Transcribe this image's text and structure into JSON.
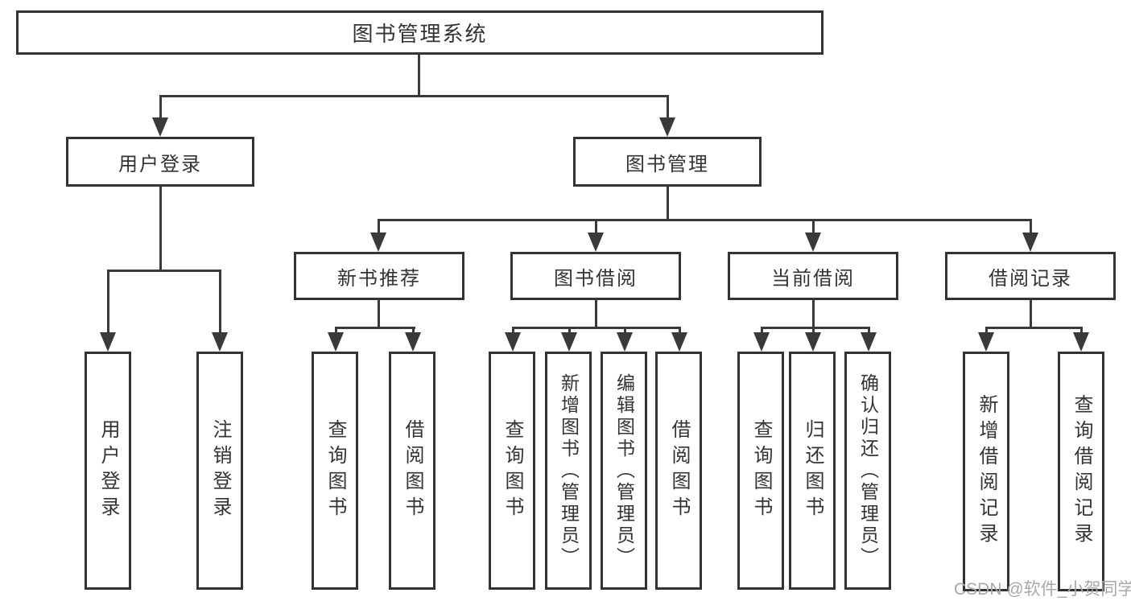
{
  "diagram": {
    "root": {
      "label": "图书管理系统"
    },
    "level1": [
      {
        "id": "user-login-branch",
        "label": "用户登录"
      },
      {
        "id": "book-management-branch",
        "label": "图书管理"
      }
    ],
    "level2": [
      {
        "id": "new-book-recommend",
        "label": "新书推荐",
        "parent": "图书管理"
      },
      {
        "id": "book-borrow",
        "label": "图书借阅",
        "parent": "图书管理"
      },
      {
        "id": "current-borrow",
        "label": "当前借阅",
        "parent": "图书管理"
      },
      {
        "id": "borrow-records",
        "label": "借阅记录",
        "parent": "图书管理"
      }
    ],
    "leaves": [
      {
        "id": "user-login",
        "label": "用户登录",
        "parent": "用户登录"
      },
      {
        "id": "logout-login",
        "label": "注销登录",
        "parent": "用户登录"
      },
      {
        "id": "query-books-recommend",
        "label": "查询图书",
        "parent": "新书推荐"
      },
      {
        "id": "borrow-books-recommend",
        "label": "借阅图书",
        "parent": "新书推荐"
      },
      {
        "id": "query-books-borrow",
        "label": "查询图书",
        "parent": "图书借阅"
      },
      {
        "id": "add-books-admin",
        "label": "新增图书（管理员）",
        "parent": "图书借阅"
      },
      {
        "id": "edit-books-admin",
        "label": "编辑图书（管理员）",
        "parent": "图书借阅"
      },
      {
        "id": "borrow-books-borrow",
        "label": "借阅图书",
        "parent": "图书借阅"
      },
      {
        "id": "query-books-current",
        "label": "查询图书",
        "parent": "当前借阅"
      },
      {
        "id": "return-books",
        "label": "归还图书",
        "parent": "当前借阅"
      },
      {
        "id": "confirm-return-admin",
        "label": "确认归还（管理员）",
        "parent": "当前借阅"
      },
      {
        "id": "add-borrow-record",
        "label": "新增借阅记录",
        "parent": "借阅记录"
      },
      {
        "id": "query-borrow-record",
        "label": "查询借阅记录",
        "parent": "借阅记录"
      }
    ]
  },
  "watermark": {
    "text": "CSDN @软件_小贺同学"
  },
  "colors": {
    "line": "#3a3a3a",
    "border": "#333333",
    "text": "#333333",
    "bg": "#ffffff",
    "watermark": "#a8a8a8"
  }
}
